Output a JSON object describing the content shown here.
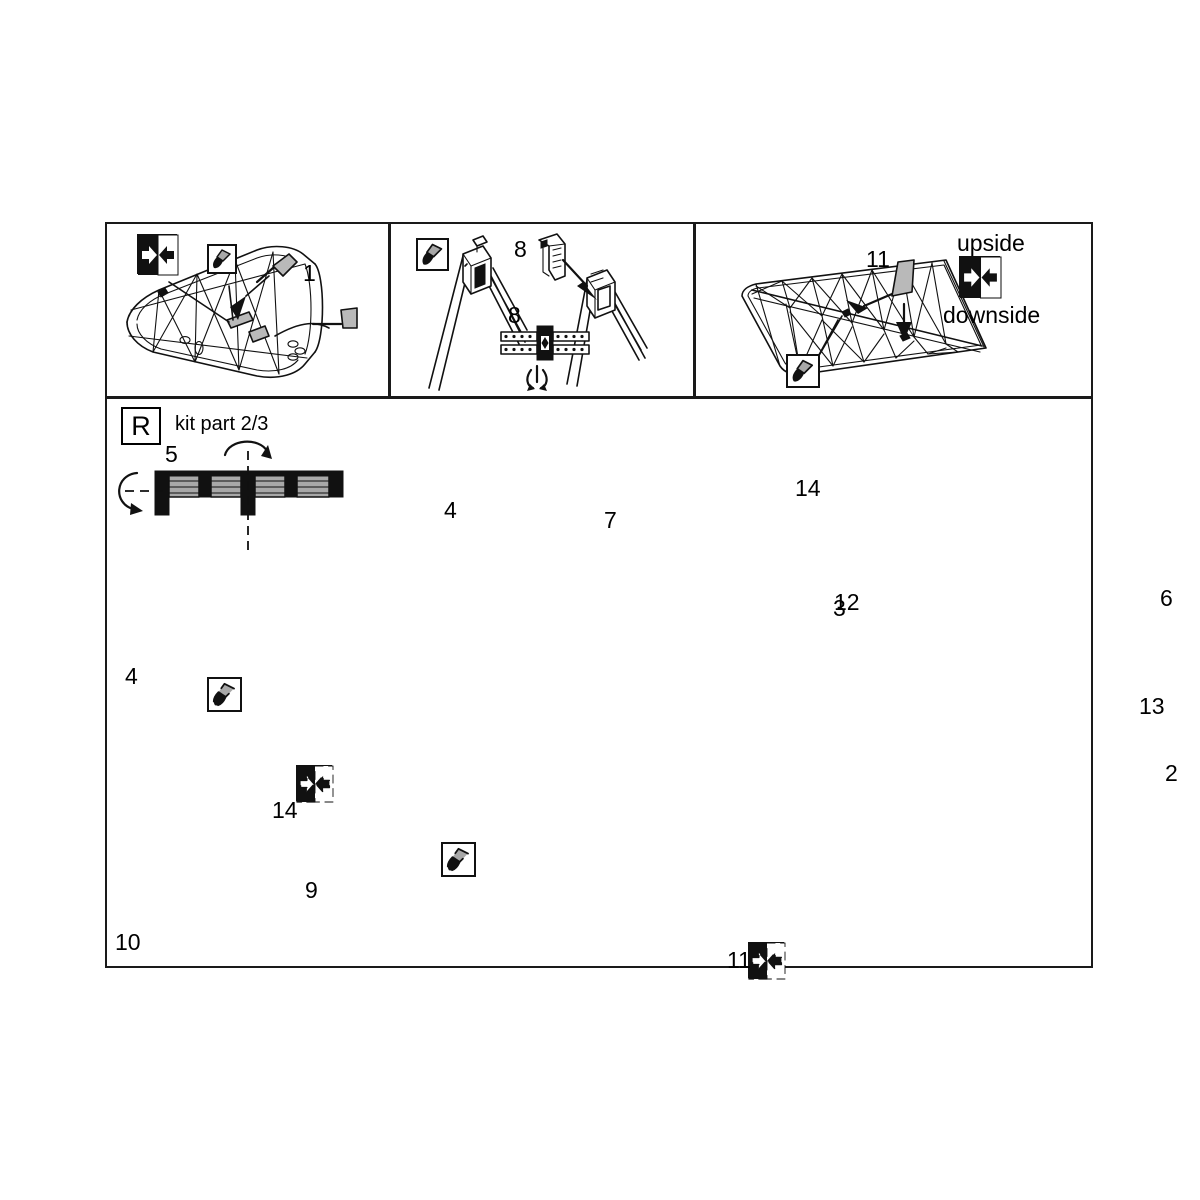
{
  "document": {
    "type": "model-kit-assembly-instruction-sheet",
    "sheet_label": "R",
    "kit_part_text": "kit part 2/3"
  },
  "panels": [
    {
      "id": "panel-top-left",
      "callouts": [
        "1"
      ],
      "icons": [
        "orientation-upside-downside-icon",
        "glue-applicator-icon"
      ],
      "subject": "lower-wing-panel"
    },
    {
      "id": "panel-top-center",
      "callouts": [
        "8",
        "8"
      ],
      "icons": [
        "glue-applicator-icon",
        "rotate-icon"
      ],
      "subject": "landing-gear-strut-cabane"
    },
    {
      "id": "panel-top-right",
      "callouts": [
        "11"
      ],
      "icons": [
        "orientation-upside-downside-icon",
        "glue-applicator-icon"
      ],
      "subject": "upper-wing-panel",
      "upside_label": "upside",
      "downside_label": "downside"
    },
    {
      "id": "panel-main",
      "callouts": [
        "5",
        "4",
        "4",
        "7",
        "14",
        "14",
        "3",
        "6",
        "12",
        "13",
        "2",
        "9",
        "10",
        "11"
      ],
      "icons": [
        "glue-applicator-icon",
        "orientation-upside-downside-icon",
        "rotate-icon"
      ],
      "subject": "fuselage-frame-assembly"
    }
  ],
  "labels": {
    "upside": "upside",
    "downside": "downside",
    "kit_part": "kit part 2/3",
    "sheet_letter": "R",
    "n1": "1",
    "n2": "2",
    "n3": "3",
    "n4a": "4",
    "n4b": "4",
    "n5": "5",
    "n6": "6",
    "n7": "7",
    "n8a": "8",
    "n8b": "8",
    "n9": "9",
    "n10": "10",
    "n11a": "11",
    "n11b": "11",
    "n12": "12",
    "n13": "13",
    "n14a": "14",
    "n14b": "14"
  },
  "colors": {
    "line": "#111111",
    "part_fill": "#b9b9b9",
    "background": "#ffffff",
    "border": "#1a1a1a"
  }
}
